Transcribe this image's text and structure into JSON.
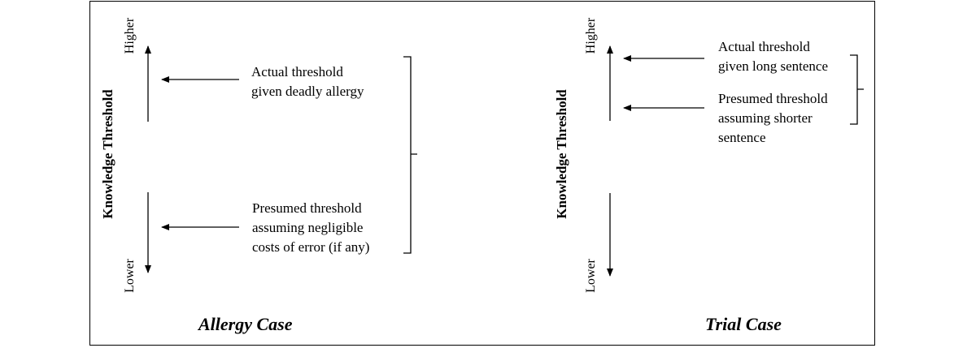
{
  "panels": [
    {
      "case_title": "Allergy Case",
      "axis_label": "Knowledge Threshold",
      "higher_label": "Higher",
      "lower_label": "Lower",
      "upper_label_lines": [
        "Actual threshold",
        "given deadly allergy"
      ],
      "lower_label_lines": [
        "Presumed threshold",
        "assuming negligible",
        "costs of error (if any)"
      ]
    },
    {
      "case_title": "Trial Case",
      "axis_label": "Knowledge Threshold",
      "higher_label": "Higher",
      "lower_label": "Lower",
      "upper_label_lines": [
        "Actual threshold",
        "given long sentence"
      ],
      "lower_label_lines": [
        "Presumed threshold",
        "assuming shorter",
        "sentence"
      ]
    }
  ]
}
